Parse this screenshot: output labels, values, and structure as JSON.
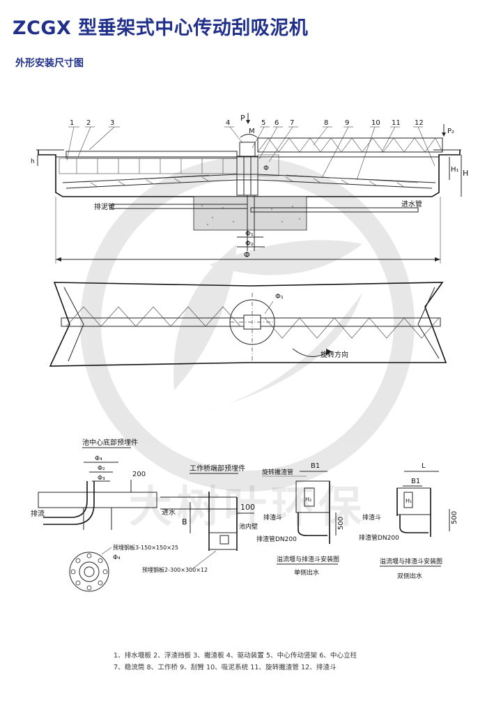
{
  "header": {
    "title": "ZCGX 型垂架式中心传动刮吸泥机",
    "subtitle": "外形安装尺寸图"
  },
  "elevation": {
    "part_numbers": [
      "1",
      "2",
      "3",
      "4",
      "5",
      "6",
      "7",
      "8",
      "9",
      "10",
      "11",
      "12"
    ],
    "labels": {
      "P": "P",
      "M": "M",
      "P2": "P₂",
      "sludge_pipe": "排泥管",
      "inlet_pipe": "进水管",
      "dim_phi": "Φ",
      "dim_phi1": "Φ₁",
      "dim_phi2": "Φ₂",
      "dim_H": "H",
      "dim_H1": "H₁",
      "dim_h": "h"
    }
  },
  "plan": {
    "labels": {
      "phi1": "Φ₁",
      "rotation": "旋转方向"
    }
  },
  "details": {
    "center_bottom": {
      "title": "池中心底部预埋件",
      "phi4": "Φ₄",
      "phi2": "Φ₂",
      "phi3": "Φ₃",
      "dim_200": "200",
      "outlet": "排流",
      "plate1": "预埋钢板3-150×150×25",
      "phi4_bottom": "Φ₄"
    },
    "bridge_end": {
      "title": "工作桥端部预埋件",
      "inlet": "进水",
      "dim_100": "100",
      "dim_B": "B",
      "pool_wall": "池内壁",
      "plate2": "预埋钢板2-300×300×12"
    },
    "single_side": {
      "skimmer_pipe": "旋转撇渣管",
      "dim_B1": "B1",
      "dim_H2": "H₂",
      "dim_500": "500",
      "scum_hopper": "排渣斗",
      "scum_pipe": "排渣管DN200",
      "title": "溢流堰与排渣斗安装图",
      "subtitle": "单侧出水"
    },
    "double_side": {
      "dim_L": "L",
      "dim_B1": "B1",
      "dim_H1": "H₁",
      "dim_500": "500",
      "scum_hopper": "排渣斗",
      "scum_pipe": "排渣管DN200",
      "title": "溢流堰与排渣斗安装图",
      "subtitle": "双侧出水"
    }
  },
  "watermark": {
    "text": "大树叶环保"
  },
  "legend": {
    "line1": "1、排水堰板  2、浮渣挡板  3、撇渣板  4、驱动装置  5、中心传动竖架  6、中心立柱",
    "line2": "7、稳流筒  8、工作桥  9、刮臂  10、吸泥系统  11、旋转撇渣管  12、排渣斗"
  }
}
